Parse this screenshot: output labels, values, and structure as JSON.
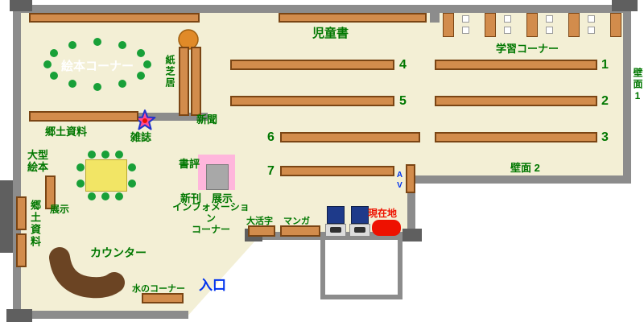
{
  "colors": {
    "floor": "#f3efd5",
    "wall": "#8c8c8c",
    "wall-dark": "#5f5f5f",
    "shelf": "#d28c4c",
    "shelf-border": "#7a4514",
    "label-green": "#007700",
    "entrance-blue": "#0033ee",
    "alert-red": "#ee1100",
    "pink": "#ffb6dc",
    "gray-box": "#a8a8a8",
    "table-yellow": "#f2e565",
    "chair-green": "#18a038",
    "counter-brown": "#6b4423",
    "table-orange": "#e08a28",
    "kiosk-navy": "#1e3a8a",
    "kiosk-base": "#dcdcdc",
    "star-pink": "#ff4d94",
    "star-blue": "#2233cc"
  },
  "labels": {
    "jidosho": "児童書",
    "gakushu_corner": "学習コーナー",
    "hekimen1": "壁面1",
    "hekimen2": "壁面 2",
    "ehon_corner": "絵本コーナー",
    "kamishibai": "紙芝居",
    "shinbun": "新聞",
    "zasshi": "雑誌",
    "kyodo_shiryo_top": "郷土資料",
    "ogata_ehon": "大型\n絵本",
    "tenji": "展示",
    "shohyo": "書評",
    "shinkan_tenji": "新刊　展示",
    "information": "インフォメーション\nコーナー",
    "daikatsuji": "大活字",
    "manga": "マンガ",
    "genzaichi": "現在地",
    "counter": "カウンター",
    "mizu_corner": "水のコーナー",
    "iriguchi": "入口",
    "kyodo_shiryo_left": "郷土資料",
    "av": "AV"
  },
  "shelf_numbers": {
    "n1": "1",
    "n2": "2",
    "n3": "3",
    "n4": "4",
    "n5": "5",
    "n6": "6",
    "n7": "7"
  }
}
